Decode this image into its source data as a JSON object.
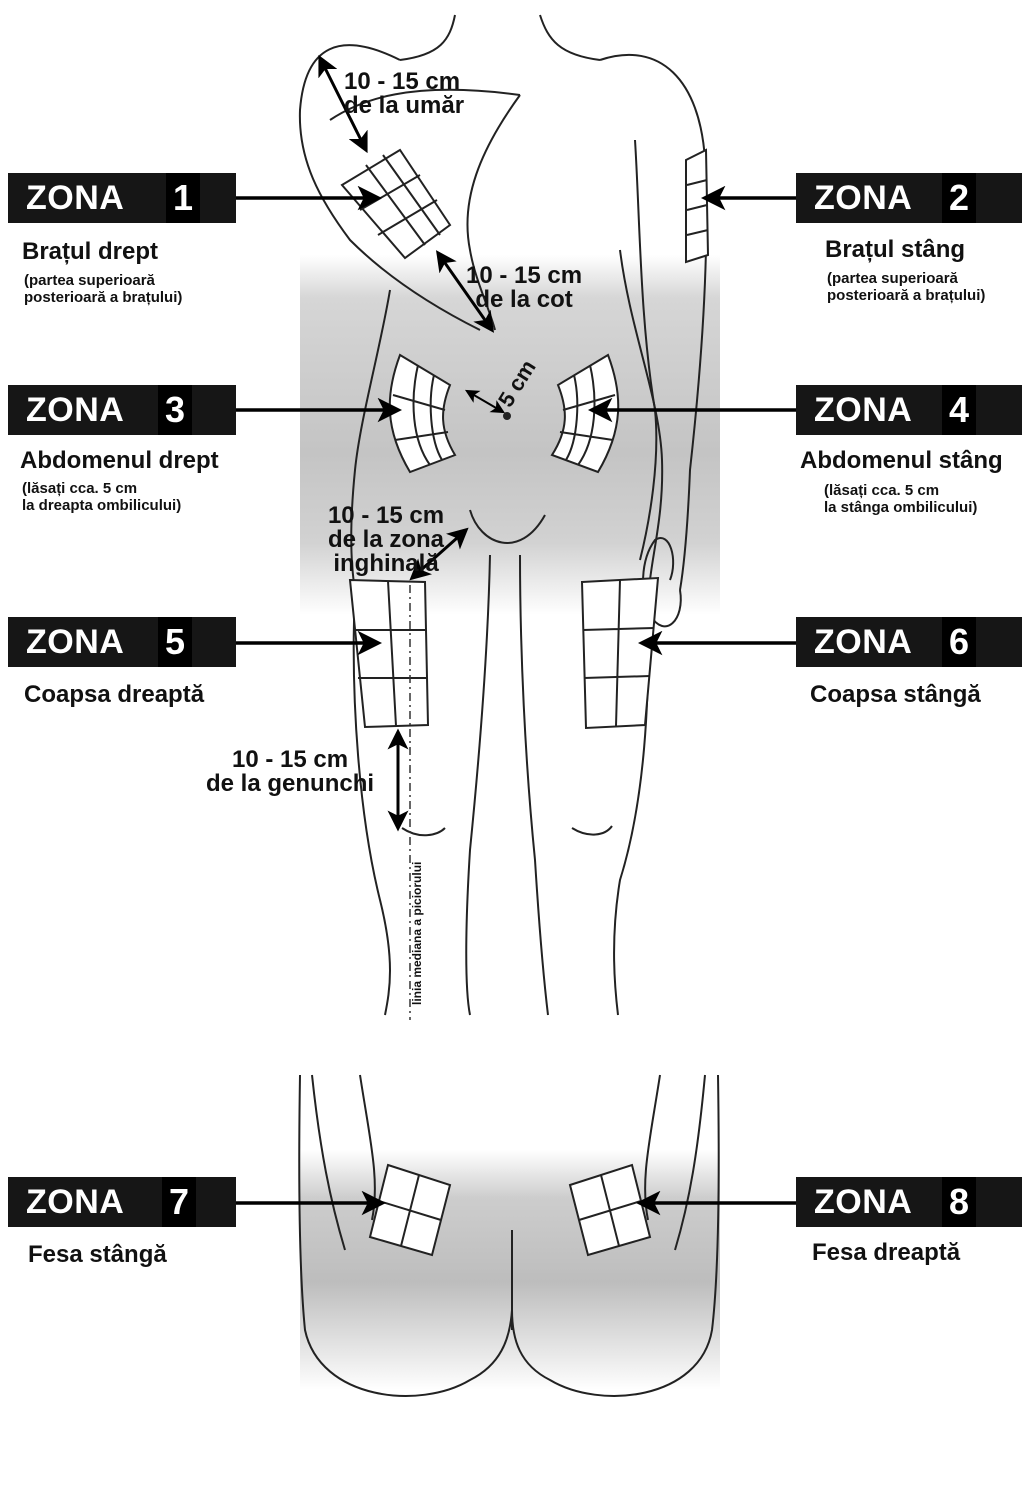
{
  "zones": [
    {
      "word": "ZONA",
      "num": "1",
      "title": "Brațul drept",
      "note": "(partea superioară\nposterioară a brațului)"
    },
    {
      "word": "ZONA",
      "num": "2",
      "title": "Brațul stâng",
      "note": "(partea superioară\nposterioară a brațului)"
    },
    {
      "word": "ZONA",
      "num": "3",
      "title": "Abdomenul drept",
      "note": "(lăsați cca. 5 cm\nla dreapta ombilicului)"
    },
    {
      "word": "ZONA",
      "num": "4",
      "title": "Abdomenul stâng",
      "note": "(lăsați cca. 5 cm\nla stânga ombilicului)"
    },
    {
      "word": "ZONA",
      "num": "5",
      "title": "Coapsa dreaptă",
      "note": ""
    },
    {
      "word": "ZONA",
      "num": "6",
      "title": "Coapsa stângă",
      "note": ""
    },
    {
      "word": "ZONA",
      "num": "7",
      "title": "Fesa stângă",
      "note": ""
    },
    {
      "word": "ZONA",
      "num": "8",
      "title": "Fesa dreaptă",
      "note": ""
    }
  ],
  "measurements": {
    "shoulder": "10 - 15 cm\nde la umăr",
    "elbow": "10 - 15 cm\nde la cot",
    "navel": "5 cm",
    "groin": "10 - 15 cm\nde la zona\ninghinală",
    "knee": "10 - 15 cm\nde la genunchi"
  },
  "midline_label": "linia mediana a piciorului",
  "colors": {
    "label_bg": "#161616",
    "skin_shade": "#cfcfcf",
    "outline": "#222222",
    "arrow": "#000000"
  }
}
